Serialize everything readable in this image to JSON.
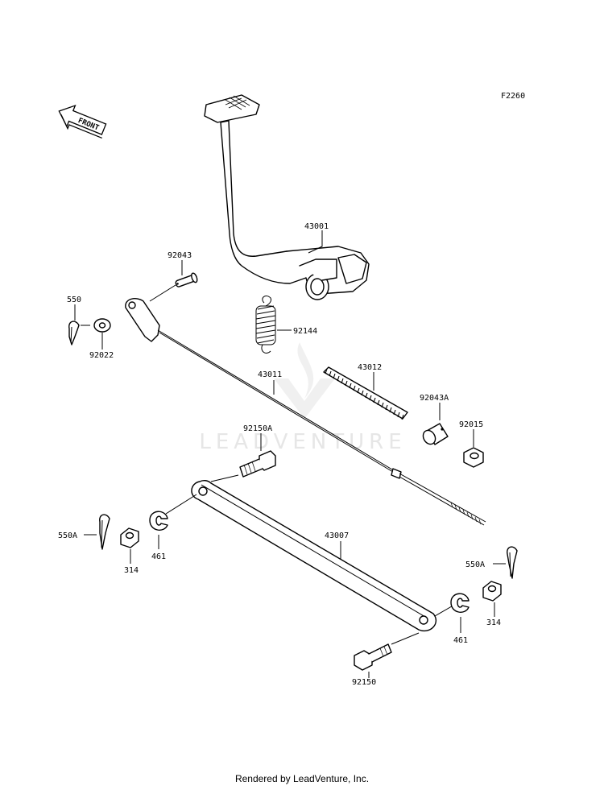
{
  "figure_code": "F2260",
  "front_label": "FRONT",
  "watermark": "LEADVENTURE",
  "footer": "Rendered by LeadVenture, Inc.",
  "parts": {
    "p43001": "43001",
    "p92043": "92043",
    "p550": "550",
    "p92022": "92022",
    "p92144": "92144",
    "p43012": "43012",
    "p43011": "43011",
    "p92043A": "92043A",
    "p92015": "92015",
    "p92150A": "92150A",
    "p550A_left": "550A",
    "p314_left": "314",
    "p461_left": "461",
    "p43007": "43007",
    "p550A_right": "550A",
    "p314_right": "314",
    "p461_right": "461",
    "p92150": "92150"
  }
}
